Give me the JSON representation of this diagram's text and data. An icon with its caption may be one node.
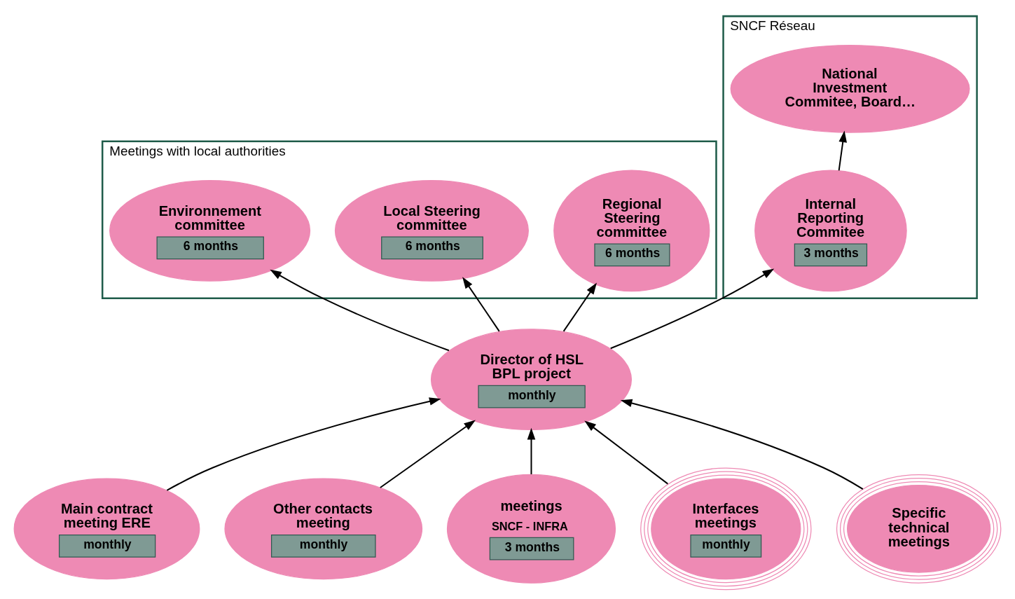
{
  "diagram": {
    "nodes": [
      {
        "text": [
          "Meetings with local authorities"
        ]
      },
      {
        "text": [
          "Regional Steering committee",
          "6 months"
        ],
        "in": 0
      },
      {
        "text": [
          "Local Steering committee",
          "6 months"
        ],
        "in": 0
      },
      {
        "text": [
          "Environnement committee",
          "6 months"
        ],
        "in": 0
      },
      {
        "text": [
          "SNCF Réseau"
        ]
      },
      {
        "text": [
          "National Investment Commitee, Board…"
        ],
        "in": 4
      },
      {
        "text": [
          "Internal Reporting Commitee",
          "3 months"
        ],
        "in": 4
      },
      {
        "text": [
          "Director of HSL BPL project",
          "monthly"
        ]
      },
      {
        "text": [
          "Main contract meeting ERE",
          "monthly"
        ]
      },
      {
        "text": [
          "Other contacts meeting",
          "monthly"
        ]
      },
      {
        "text": [
          "meetings",
          "SNCF - INFRA",
          "3 months"
        ]
      },
      {
        "text": [
          "Interfaces meetings",
          "monthly"
        ]
      },
      {
        "text": [
          "Specific technical meetings"
        ]
      }
    ],
    "edges": [
      {
        "from": 7,
        "to": 1,
        "arrow": "to"
      },
      {
        "from": 7,
        "to": 2,
        "arrow": "to"
      },
      {
        "from": 7,
        "to": 3,
        "arrow": "to"
      },
      {
        "from": 7,
        "to": 6,
        "arrow": "to"
      },
      {
        "from": 6,
        "to": 5,
        "arrow": "to"
      },
      {
        "from": 8,
        "to": 7,
        "arrow": "to"
      },
      {
        "from": 9,
        "to": 7,
        "arrow": "to"
      },
      {
        "from": 10,
        "to": 7,
        "arrow": "to"
      },
      {
        "from": 11,
        "to": 7,
        "arrow": "to"
      },
      {
        "from": 12,
        "to": 7,
        "arrow": "to"
      }
    ]
  }
}
